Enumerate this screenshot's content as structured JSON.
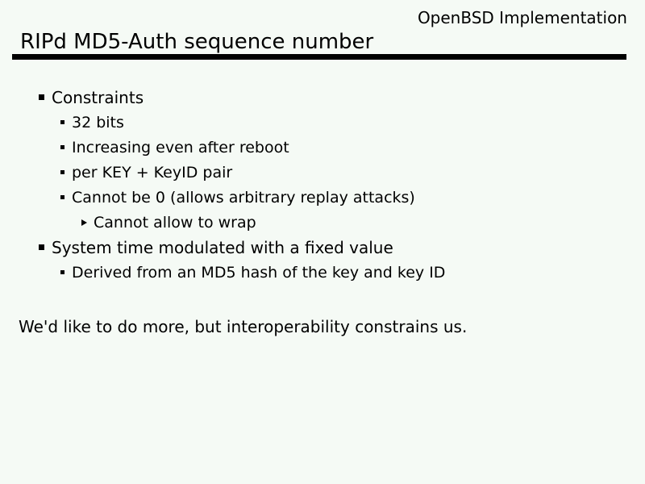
{
  "slide": {
    "header_right": "OpenBSD Implementation",
    "title": "RIPd MD5-Auth sequence number",
    "bullets": [
      {
        "level": 1,
        "text": "Constraints"
      },
      {
        "level": 2,
        "text": "32 bits"
      },
      {
        "level": 2,
        "text": "Increasing even after reboot"
      },
      {
        "level": 2,
        "text": "per KEY + KeyID pair"
      },
      {
        "level": 2,
        "text": "Cannot be 0 (allows arbitrary replay attacks)"
      },
      {
        "level": 3,
        "text": "Cannot allow to wrap"
      },
      {
        "level": 1,
        "text": "System time modulated with a fixed value"
      },
      {
        "level": 2,
        "text": "Derived from an MD5 hash of the key and key ID"
      }
    ],
    "footer": "We'd like to do more, but interoperability constrains us.",
    "colors": {
      "background": "#f5faf5",
      "text": "#000000",
      "rule": "#000000"
    }
  }
}
